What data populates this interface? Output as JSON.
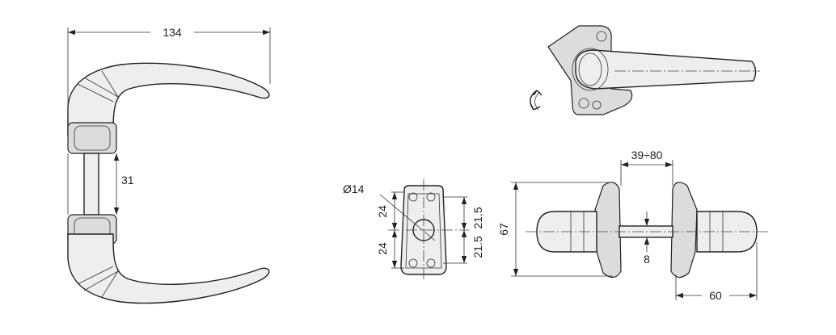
{
  "dimensions": {
    "overall_width": "134",
    "gap": "31",
    "diameter": "Ø14",
    "half_height_top": "24",
    "half_height_bottom": "24",
    "right_top": "21.5",
    "right_bottom": "21.5",
    "door_range": "39÷80",
    "total_height": "67",
    "spindle": "8",
    "handle_length": "60"
  }
}
